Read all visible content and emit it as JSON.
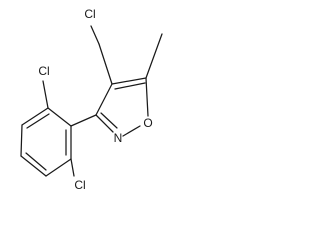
{
  "molecule": {
    "atoms": {
      "cl_top": "Cl",
      "cl_left": "Cl",
      "cl_bottom": "Cl",
      "o": "O",
      "n": "N"
    },
    "colors": {
      "ink": "#1a1a1a",
      "background": "#ffffff"
    }
  }
}
